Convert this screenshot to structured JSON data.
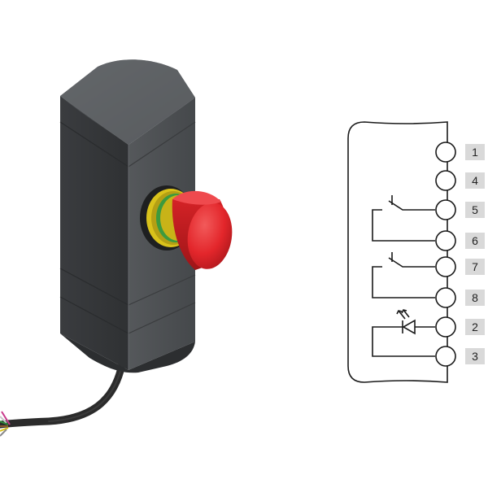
{
  "terminals": [
    {
      "label": "1"
    },
    {
      "label": "4"
    },
    {
      "label": "5"
    },
    {
      "label": "6"
    },
    {
      "label": "7"
    },
    {
      "label": "8"
    },
    {
      "label": "2"
    },
    {
      "label": "3"
    }
  ],
  "circuit_elements": {
    "contact_1": "normally-open-switch",
    "contact_2": "normally-open-switch",
    "indicator": "led"
  },
  "colors": {
    "housing": "#4e5154",
    "housing_dark": "#3b3d40",
    "button_red": "#e3262b",
    "button_ring_yellow": "#d9c21b",
    "button_ring_green": "#3d9a3d",
    "cable": "#2b2b2b",
    "label_box": "#d9d9d9",
    "diagram_line": "#1a1a1a"
  }
}
